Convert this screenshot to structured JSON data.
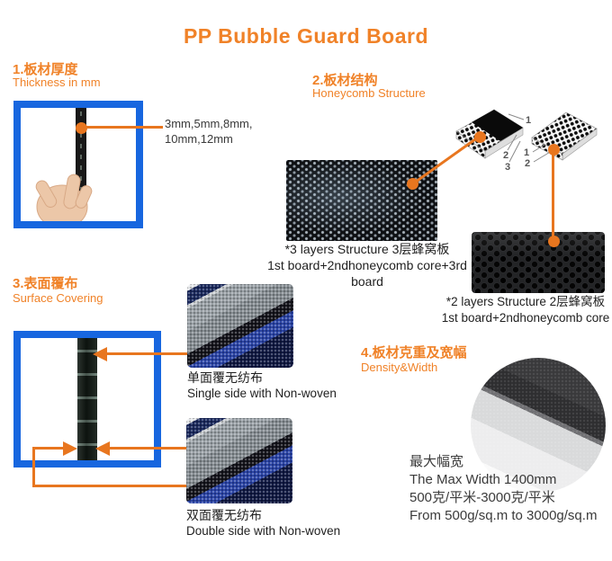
{
  "colors": {
    "accent_orange": "#F08228",
    "connector_orange": "#E8761F",
    "frame_blue": "#1766DF",
    "body_text": "#3A3A3A",
    "caption_text": "#1F1F1F",
    "diagram_label_gray": "#555555"
  },
  "title": "PP Bubble Guard Board",
  "section1": {
    "heading": "1.板材厚度",
    "subheading": "Thickness in mm",
    "thickness_line1": "3mm,5mm,8mm,",
    "thickness_line2": "10mm,12mm"
  },
  "section2": {
    "heading": "2.板材结构",
    "subheading": "Honeycomb Structure",
    "diagram3_labels": [
      "1",
      "2",
      "3"
    ],
    "diagram2_labels": [
      "1",
      "2"
    ],
    "caption3_line1": "*3 layers Structure 3层蜂窝板",
    "caption3_line2": "1st board+2ndhoneycomb core+3rd board",
    "caption2_line1": "*2 layers Structure 2层蜂窝板",
    "caption2_line2": "1st board+2ndhoneycomb core"
  },
  "section3": {
    "heading": "3.表面覆布",
    "subheading": "Surface Covering",
    "single_line1": "单面覆无纺布",
    "single_line2": "Single side with Non-woven",
    "double_line1": "双面覆无纺布",
    "double_line2": "Double side with Non-woven"
  },
  "section4": {
    "heading": "4.板材克重及宽幅",
    "subheading": "Density&Width",
    "line1": "最大幅宽",
    "line2": "The Max Width 1400mm",
    "line3": "500克/平米-3000克/平米",
    "line4": "From 500g/sq.m to 3000g/sq.m"
  }
}
